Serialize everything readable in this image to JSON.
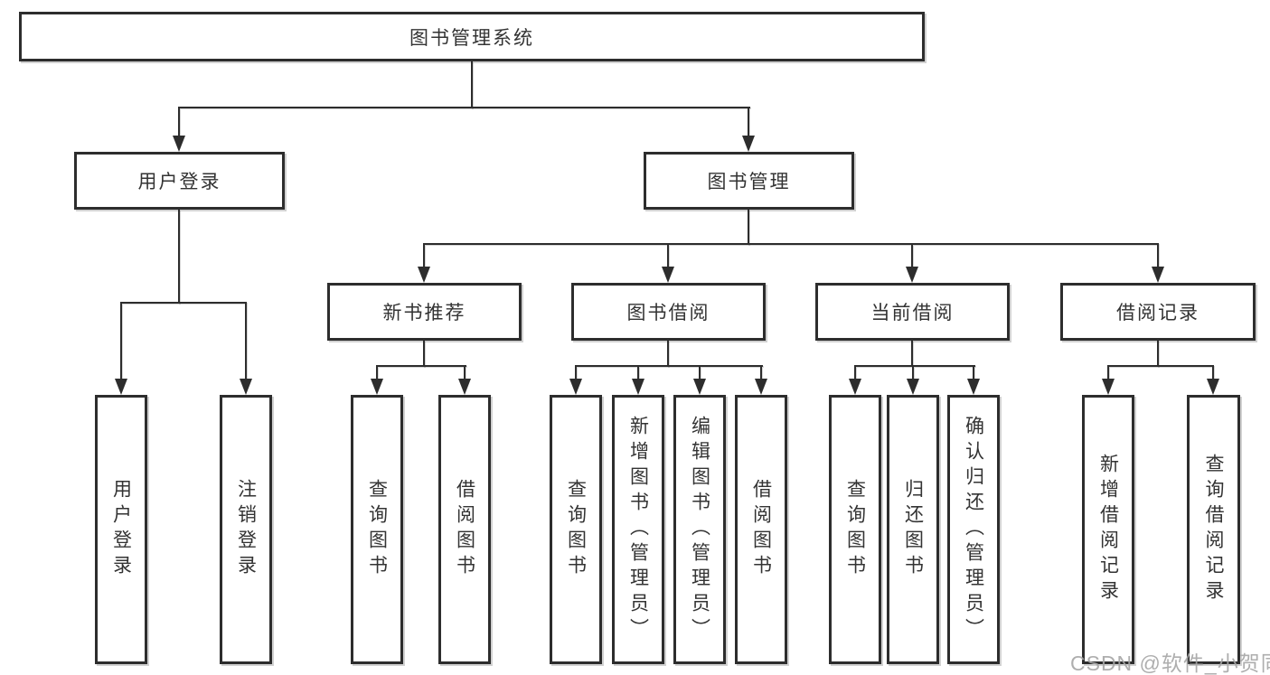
{
  "diagram": {
    "title_node": {
      "label": "图书管理系统"
    },
    "level2": [
      {
        "label": "用户登录",
        "parent": "图书管理系统"
      },
      {
        "label": "图书管理",
        "parent": "图书管理系统"
      }
    ],
    "level3": [
      {
        "label": "新书推荐",
        "parent": "图书管理"
      },
      {
        "label": "图书借阅",
        "parent": "图书管理"
      },
      {
        "label": "当前借阅",
        "parent": "图书管理"
      },
      {
        "label": "借阅记录",
        "parent": "图书管理"
      }
    ],
    "leaves": [
      {
        "label": "用户登录",
        "parent": "用户登录"
      },
      {
        "label": "注销登录",
        "parent": "用户登录"
      },
      {
        "label": "查询图书",
        "parent": "新书推荐"
      },
      {
        "label": "借阅图书",
        "parent": "新书推荐"
      },
      {
        "label": "查询图书",
        "parent": "图书借阅"
      },
      {
        "label": "新增图书（管理员）",
        "parent": "图书借阅"
      },
      {
        "label": "编辑图书（管理员）",
        "parent": "图书借阅"
      },
      {
        "label": "借阅图书",
        "parent": "图书借阅"
      },
      {
        "label": "查询图书",
        "parent": "当前借阅"
      },
      {
        "label": "归还图书",
        "parent": "当前借阅"
      },
      {
        "label": "确认归还（管理员）",
        "parent": "当前借阅"
      },
      {
        "label": "新增借阅记录",
        "parent": "借阅记录"
      },
      {
        "label": "查询借阅记录",
        "parent": "借阅记录"
      }
    ]
  },
  "watermark": {
    "text": "CSDN @软件_小贺同学"
  },
  "colors": {
    "line": "#2d2d2d",
    "box_border": "#2d2d2d",
    "text": "#333333",
    "watermark": "#a6a6a6",
    "background": "#ffffff"
  }
}
